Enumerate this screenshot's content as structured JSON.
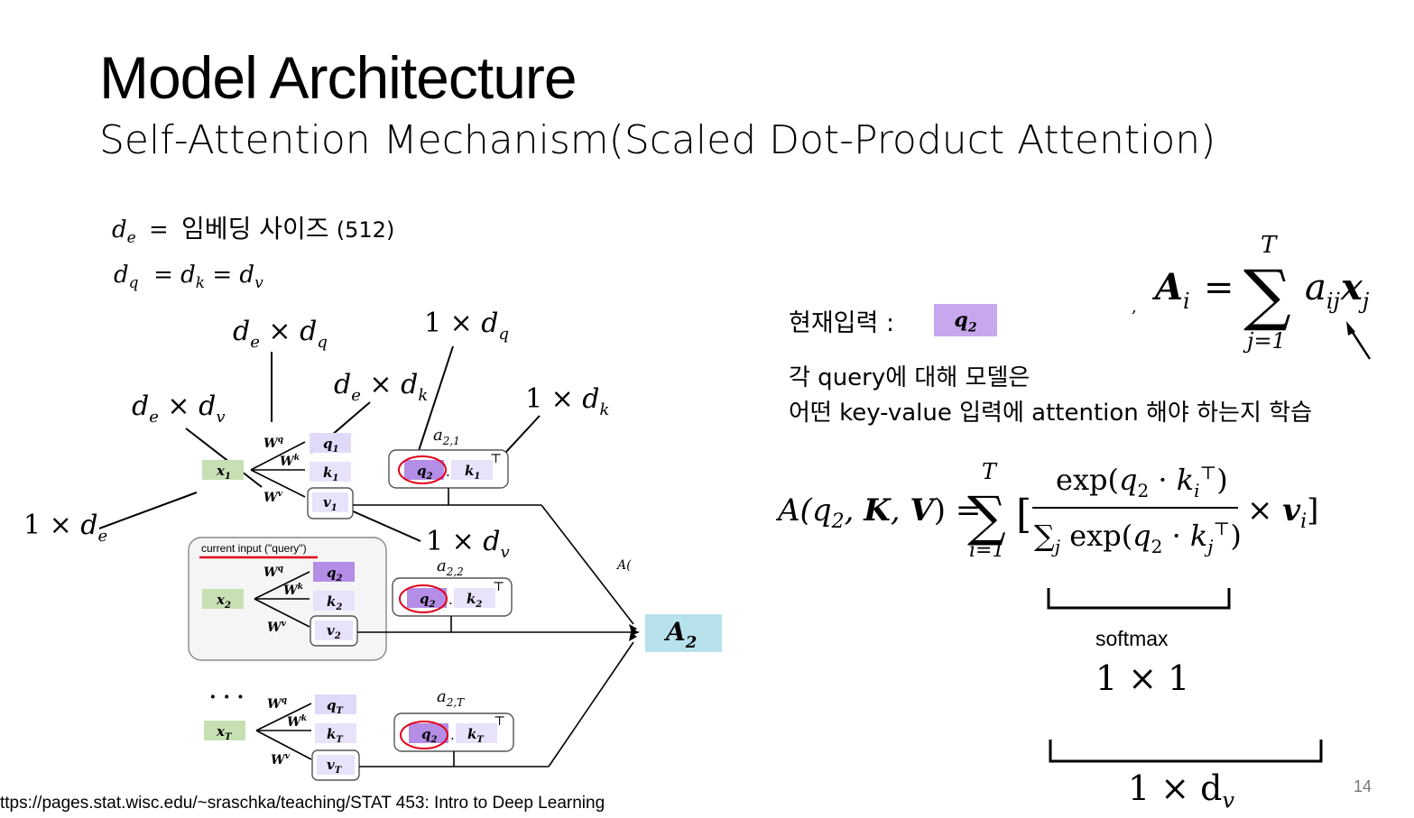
{
  "slide": {
    "title": "Model Architecture",
    "subtitle": "Self-Attention Mechanism(Scaled Dot-Product Attention)",
    "page_number": "14",
    "footer": "ttps://pages.stat.wisc.edu/~sraschka/teaching/STAT 453: Intro to Deep Learning"
  },
  "definitions": {
    "de_lhs": "d",
    "de_sub": "e",
    "de_eq": "=",
    "de_text": "임베딩 사이즈",
    "de_value": "(512)",
    "dim_eq": "d_q = d_k = d_v"
  },
  "right_panel": {
    "current_input_label": "현재입력 :",
    "current_input_value": "q₂",
    "desc_line1": "각 query에 대해 모델은",
    "desc_line2": "어떤 key-value 입력에 attention 해야 하는지 학습",
    "softmax_label": "softmax",
    "softmax_dim": "1 × 1",
    "output_dim": "1 × d",
    "output_dim_sub": "v"
  },
  "formula_top": {
    "lhs": "A",
    "lhs_sub": "i",
    "eq": "=",
    "sum_top": "T",
    "sum_bottom": "j=1",
    "term": "a",
    "term_sub": "ij",
    "vec": "x",
    "vec_sub": "j"
  },
  "formula_main": {
    "lhs": "A(q₂, K, V) =",
    "sum_top": "T",
    "sum_bottom": "i=1",
    "numerator": "exp(q₂ · kᵢᵀ)",
    "denominator": "∑ⱼ exp(q₂ · kⱼᵀ)",
    "tail": "× vᵢ]",
    "open_bracket": "["
  },
  "diagram": {
    "dim_de_dq": "d_e × d_q",
    "dim_1_dq": "1 × d_q",
    "dim_de_dk": "d_e × d_k",
    "dim_1_dk": "1 × d_k",
    "dim_de_dv": "d_e × d_v",
    "dim_1_de": "1 × d_e",
    "dim_1_dv": "1 × d_v",
    "current_input_caption": "current input (\"query\")",
    "a21": "a",
    "a21_sub": "2,1",
    "a22_sub": "2,2",
    "a2T_sub": "2,T",
    "output": "A₂",
    "partial_label": "A(",
    "ellipsis": "· · ·",
    "rows": [
      {
        "x": "x₁",
        "q": "q₁",
        "k": "k₁",
        "v": "v₁",
        "kk": "k₁"
      },
      {
        "x": "x₂",
        "q": "q₂",
        "k": "k₂",
        "v": "v₂",
        "kk": "k₂"
      },
      {
        "x": "x_T",
        "q": "q_T",
        "k": "k_T",
        "v": "v_T",
        "kk": "k_T"
      }
    ],
    "wq": "W",
    "wq_sup": "q",
    "wk_sup": "k",
    "wv_sup": "v",
    "transpose": "⊤",
    "dot": ".",
    "colors": {
      "x_fill": "#c6e0b4",
      "q_fill": "#d9cdf5",
      "q2_fill": "#b48de6",
      "k_fill": "#e8e2fb",
      "v_fill": "#e8e2fb",
      "output_fill": "#b7e2ec",
      "circle": "#e0001b"
    }
  }
}
